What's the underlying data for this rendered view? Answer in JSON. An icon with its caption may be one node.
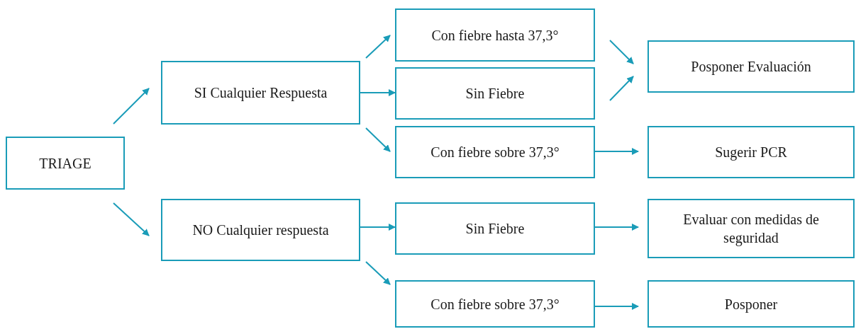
{
  "diagram": {
    "nodes": [
      {
        "text": [
          "TRIAGE"
        ]
      },
      {
        "text": [
          "SI Cualquier Respuesta"
        ]
      },
      {
        "text": [
          "NO Cualquier respuesta"
        ]
      },
      {
        "text": [
          "Con fiebre hasta 37,3°"
        ]
      },
      {
        "text": [
          "Sin Fiebre"
        ]
      },
      {
        "text": [
          "Con fiebre sobre 37,3°"
        ]
      },
      {
        "text": [
          "Sin Fiebre"
        ]
      },
      {
        "text": [
          "Con fiebre sobre 37,3°"
        ]
      },
      {
        "text": [
          "Posponer Evaluación"
        ]
      },
      {
        "text": [
          "Sugerir PCR"
        ]
      },
      {
        "text": [
          "Evaluar con medidas de seguridad"
        ]
      },
      {
        "text": [
          "Posponer"
        ]
      }
    ],
    "edges": [
      {
        "from": 0,
        "to": 1,
        "arrow": "to"
      },
      {
        "from": 0,
        "to": 2,
        "arrow": "to"
      },
      {
        "from": 1,
        "to": 3,
        "arrow": "to"
      },
      {
        "from": 1,
        "to": 4,
        "arrow": "to"
      },
      {
        "from": 1,
        "to": 5,
        "arrow": "to"
      },
      {
        "from": 2,
        "to": 6,
        "arrow": "to"
      },
      {
        "from": 2,
        "to": 7,
        "arrow": "to"
      },
      {
        "from": 3,
        "to": 8,
        "arrow": "to"
      },
      {
        "from": 4,
        "to": 8,
        "arrow": "to"
      },
      {
        "from": 5,
        "to": 9,
        "arrow": "to"
      },
      {
        "from": 6,
        "to": 10,
        "arrow": "to"
      },
      {
        "from": 7,
        "to": 11,
        "arrow": "to"
      }
    ]
  }
}
